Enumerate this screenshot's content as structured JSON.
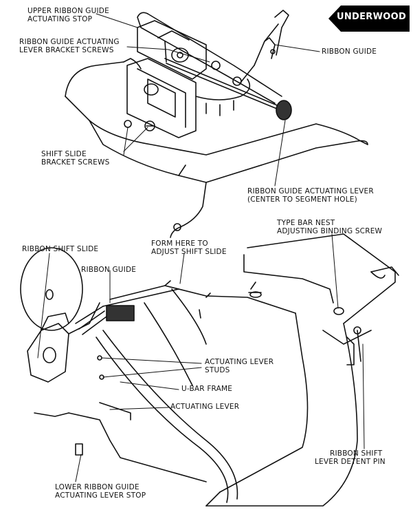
{
  "brand": {
    "name": "UNDERWOOD"
  },
  "labels": {
    "upper_stop": [
      "UPPER RIBBON GUIDE",
      "ACTUATING STOP"
    ],
    "bracket_screws": [
      "RIBBON GUIDE ACTUATING",
      "LEVER BRACKET SCREWS"
    ],
    "ribbon_guide_top": [
      "RIBBON GUIDE"
    ],
    "shift_slide_screws": [
      "SHIFT SLIDE",
      "BRACKET SCREWS"
    ],
    "actuating_lever_top": [
      "RIBBON GUIDE ACTUATING LEVER",
      "(CENTER TO SEGMENT HOLE)"
    ],
    "type_bar_nest": [
      "TYPE BAR NEST",
      "ADJUSTING BINDING SCREW"
    ],
    "ribbon_shift_slide": [
      "RIBBON SHIFT SLIDE"
    ],
    "form_here": [
      "FORM HERE TO",
      "ADJUST SHIFT SLIDE"
    ],
    "ribbon_guide_bottom": [
      "RIBBON GUIDE"
    ],
    "actuating_lever_studs": [
      "ACTUATING LEVER",
      "STUDS"
    ],
    "u_bar_frame": [
      "U-BAR FRAME"
    ],
    "actuating_lever": [
      "ACTUATING LEVER"
    ],
    "detent_pin": [
      "RIBBON SHIFT",
      "LEVER DETENT PIN"
    ],
    "lower_stop": [
      "LOWER RIBBON GUIDE",
      "ACTUATING LEVER STOP"
    ]
  }
}
